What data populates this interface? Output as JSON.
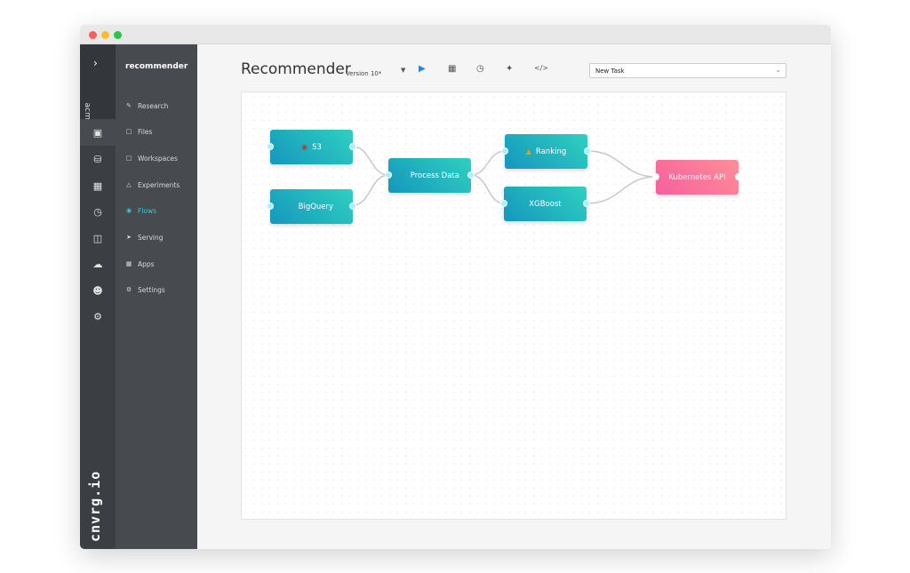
{
  "window": {
    "controls": [
      "close",
      "minimize",
      "maximize"
    ]
  },
  "rail": {
    "org": "acme",
    "brand": "cnvrg.io",
    "icons": [
      "projects-icon",
      "datasets-icon",
      "library-icon",
      "dashboard-icon",
      "containers-icon",
      "cloud-icon",
      "members-icon",
      "settings-cog-icon"
    ]
  },
  "nav": {
    "project": "recommender",
    "items": [
      {
        "label": "Research",
        "icon": "research-icon"
      },
      {
        "label": "Files",
        "icon": "file-icon"
      },
      {
        "label": "Workspaces",
        "icon": "workspace-icon"
      },
      {
        "label": "Experiments",
        "icon": "flask-icon"
      },
      {
        "label": "Flows",
        "icon": "flows-icon",
        "active": true
      },
      {
        "label": "Serving",
        "icon": "rocket-icon"
      },
      {
        "label": "Apps",
        "icon": "grid-icon"
      },
      {
        "label": "Settings",
        "icon": "gear-icon"
      }
    ]
  },
  "header": {
    "title": "Recommender",
    "version": "Version 10*",
    "task_select": "New Task"
  },
  "flow": {
    "nodes": [
      {
        "label": "S3"
      },
      {
        "label": "BigQuery"
      },
      {
        "label": "Process Data"
      },
      {
        "label": "Ranking"
      },
      {
        "label": "XGBoost"
      },
      {
        "label": "Kubernetes API"
      }
    ],
    "edges": [
      [
        "S3",
        "Process Data"
      ],
      [
        "BigQuery",
        "Process Data"
      ],
      [
        "Process Data",
        "Ranking"
      ],
      [
        "Process Data",
        "XGBoost"
      ],
      [
        "Ranking",
        "Kubernetes API"
      ],
      [
        "XGBoost",
        "Kubernetes API"
      ]
    ]
  },
  "colors": {
    "accent": "#3ec4e0",
    "node_start": "#1597bd",
    "node_end": "#2fd0c0",
    "deploy_start": "#f5609e",
    "deploy_end": "#ff8e98"
  }
}
